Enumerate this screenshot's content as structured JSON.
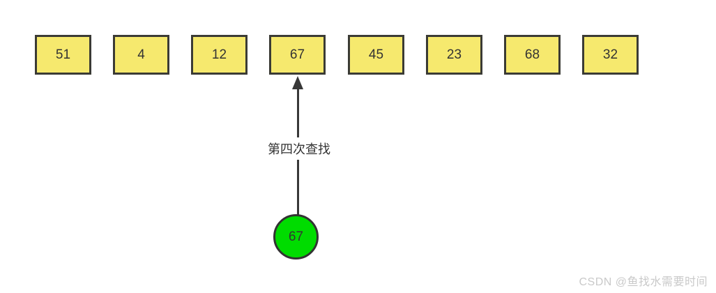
{
  "diagram": {
    "array": {
      "values": [
        "51",
        "4",
        "12",
        "67",
        "45",
        "23",
        "68",
        "32"
      ],
      "box_fill_color": "#f6e96e",
      "box_border_color": "#3b3b35"
    },
    "pointer": {
      "label": "第四次查找",
      "points_to_value": "67",
      "arrow_color": "#383838"
    },
    "target_node": {
      "value": "67",
      "fill_color": "#00dc00",
      "border_color": "#333333"
    }
  },
  "watermark": {
    "text": "CSDN @鱼找水需要时间",
    "color": "#c9c9c9"
  }
}
